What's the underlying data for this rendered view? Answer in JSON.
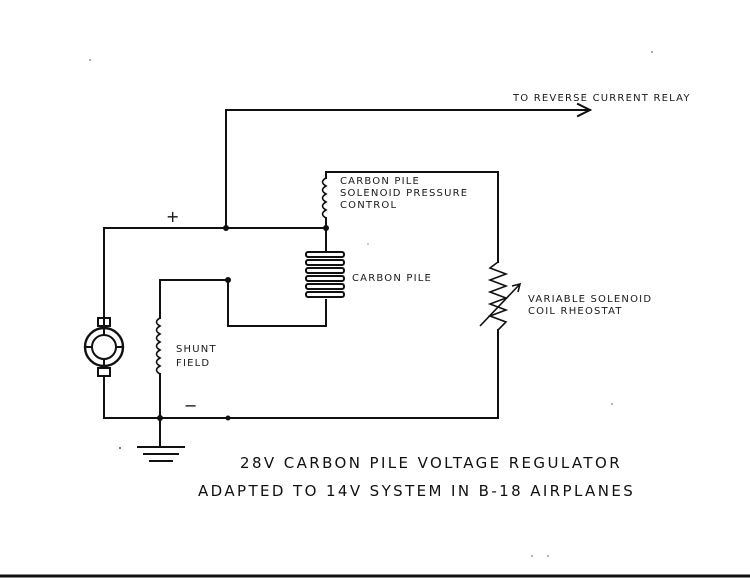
{
  "labels": {
    "to_relay": "TO REVERSE CURRENT RELAY",
    "carbon_pile_control": [
      "CARBON PILE",
      "SOLENOID PRESSURE",
      "CONTROL"
    ],
    "carbon_pile": "CARBON PILE",
    "rheostat": [
      "VARIABLE SOLENOID",
      "COIL RHEOSTAT"
    ],
    "shunt_field": [
      "SHUNT",
      "FIELD"
    ],
    "plus": "+",
    "minus": "−"
  },
  "title": {
    "line1": "28V CARBON PILE VOLTAGE REGULATOR",
    "line2": "ADAPTED TO 14V SYSTEM IN B-18 AIRPLANES"
  },
  "colors": {
    "ink": "#111111",
    "paper": "#ffffff"
  }
}
